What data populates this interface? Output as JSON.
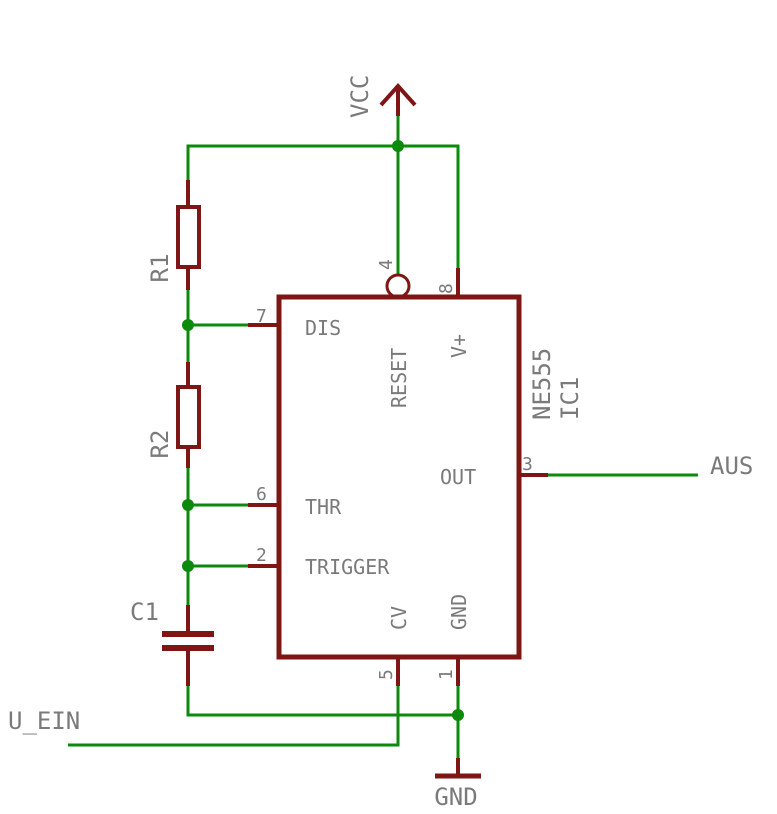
{
  "power": {
    "vcc": "VCC",
    "gnd": "GND"
  },
  "components": {
    "r1": "R1",
    "r2": "R2",
    "c1": "C1",
    "ic": {
      "type": "NE555",
      "ref": "IC1"
    }
  },
  "ic_pins": {
    "dis": {
      "number": "7",
      "name": "DIS"
    },
    "thr": {
      "number": "6",
      "name": "THR"
    },
    "trig": {
      "number": "2",
      "name": "TRIGGER"
    },
    "reset": {
      "number": "4",
      "name": "RESET"
    },
    "vplus": {
      "number": "8",
      "name": "V+"
    },
    "out": {
      "number": "3",
      "name": "OUT"
    },
    "cv": {
      "number": "5",
      "name": "CV"
    },
    "gnd": {
      "number": "1",
      "name": "GND"
    }
  },
  "nets": {
    "output": "AUS",
    "input": "U_EIN"
  },
  "colors": {
    "wire": "#0b8a0b",
    "component": "#7e1616",
    "label": "#7a7a7a"
  }
}
